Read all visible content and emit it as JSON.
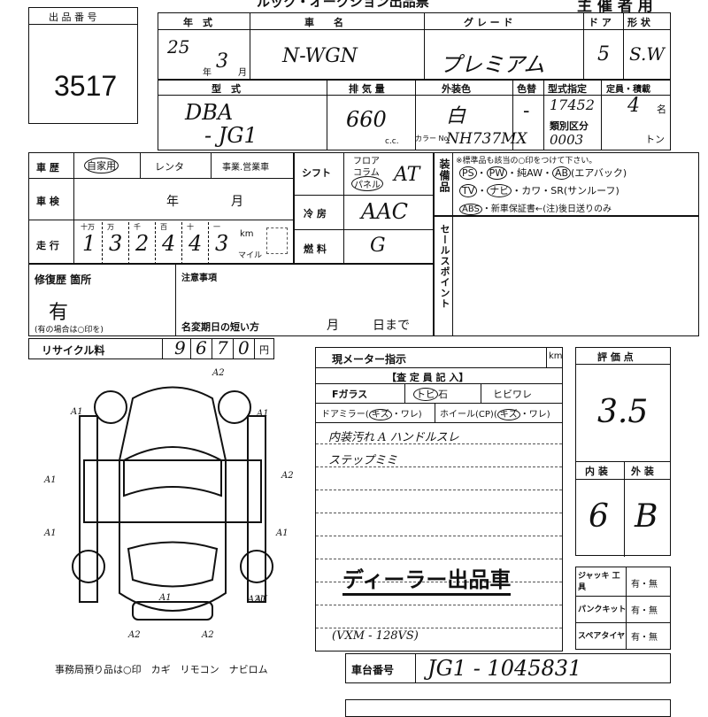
{
  "lot": {
    "label": "出 品 番 号",
    "number": "3517"
  },
  "header_banner": {
    "left_text": "ルック・オークション出品票",
    "right_text": "主 催 者 用"
  },
  "top_labels": {
    "year": "年　式",
    "name": "車　　名",
    "grade": "グ レ ー ド",
    "door": "ド ア",
    "shape": "形 状"
  },
  "top_values": {
    "year": "25",
    "month": "3",
    "year_suffix": "年",
    "month_suffix": "月",
    "name": "N-WGN",
    "grade": "プレミアム",
    "door": "5",
    "shape": "S.W"
  },
  "model": {
    "label": "型　式",
    "value_top": "DBA",
    "value_bottom": "- JG1"
  },
  "displacement": {
    "label": "排 気 量",
    "value": "660",
    "unit": "c.c."
  },
  "exterior": {
    "label": "外装色",
    "value": "白",
    "color_label": "カラー No.",
    "color_no": "NH737MX"
  },
  "interior_color": {
    "label": "色替",
    "value": "-"
  },
  "type_spec": {
    "label": "型式指定",
    "value": "17452",
    "class_label": "類別区分",
    "class_value": "0003"
  },
  "capacity": {
    "label": "定員・積載",
    "value": "4",
    "unit": "名",
    "load_unit": "トン"
  },
  "history": {
    "label": "車 歴",
    "options": [
      "自家用",
      "レンタ",
      "事業.営業車"
    ],
    "selected": "自家用"
  },
  "inspection": {
    "label": "車 検",
    "year_unit": "年",
    "month_unit": "月"
  },
  "mileage": {
    "label": "走 行",
    "unit_km": "km",
    "unit_mile": "マイル",
    "digit_labels": [
      "十万",
      "万",
      "千",
      "百",
      "十",
      "一"
    ],
    "digits": [
      "1",
      "3",
      "2",
      "4",
      "4",
      "3"
    ]
  },
  "shift": {
    "label": "シフト",
    "options": [
      "フロア",
      "コラム",
      "パネル"
    ],
    "selected": "パネル",
    "value": "AT"
  },
  "aircon": {
    "label": "冷 房",
    "value": "AAC"
  },
  "fuel": {
    "label": "燃 料",
    "value": "G"
  },
  "equipment": {
    "label": "装備品",
    "note": "※標準品も該当の○印をつけて下さい。",
    "line1": [
      "PS",
      "PW",
      "純AW",
      "AB",
      "(エアバック)"
    ],
    "line2": [
      "TV",
      "ナビ",
      "カワ",
      "SR",
      "(サンルーフ)"
    ],
    "line3": [
      "ABS",
      "・新車保証書←(注)後日送りのみ"
    ],
    "circled": [
      "PS",
      "PW",
      "AB",
      "TV",
      "ナビ",
      "ABS"
    ]
  },
  "sales_point": {
    "label": "セールスポイント"
  },
  "repair": {
    "label": "修復歴 箇所",
    "value": "有",
    "note": "(有の場合は○印を)"
  },
  "notes": {
    "label": "注意事項",
    "name_change_label": "名変期日の短い方",
    "month_unit": "月",
    "day_unit": "日まで"
  },
  "recycle": {
    "label": "リサイクル料",
    "digits": [
      "9",
      "6",
      "7",
      "0"
    ],
    "unit": "円"
  },
  "meter": {
    "label": "現メーター指示",
    "unit": "km"
  },
  "inspector": {
    "label": "【査 定 員 記 入】",
    "row1": [
      "Fガラス",
      "トビ",
      "石",
      "ヒビワレ"
    ],
    "row2": [
      "ドアミラー",
      "キズ",
      "・ワレ",
      "ホイール(CP)",
      "キズ",
      "・ワレ"
    ],
    "lines": [
      "内装汚れ A ハンドルスレ",
      "ステップミミ"
    ],
    "stamp": "ディーラー出品車",
    "code": "(VXM - 128VS)"
  },
  "score": {
    "label": "評 価 点",
    "value": "3.5",
    "interior_label": "内 装",
    "exterior_label": "外 装",
    "interior": "6",
    "exterior": "B"
  },
  "kit": {
    "jack_label": "ジャッキ 工　具",
    "puncture_label": "パンクキット",
    "spare_label": "スペアタイヤ",
    "option": "有・無"
  },
  "diagram_marks": [
    "A2",
    "A1",
    "A1",
    "A1",
    "A1",
    "A1",
    "A1",
    "A2",
    "A1",
    "A2",
    "A2U",
    "A2",
    "A2"
  ],
  "office_note": "事務局預り品は○印　カギ　リモコン　ナビロム",
  "chassis": {
    "label": "車台番号",
    "value": "JG1 - 1045831"
  }
}
